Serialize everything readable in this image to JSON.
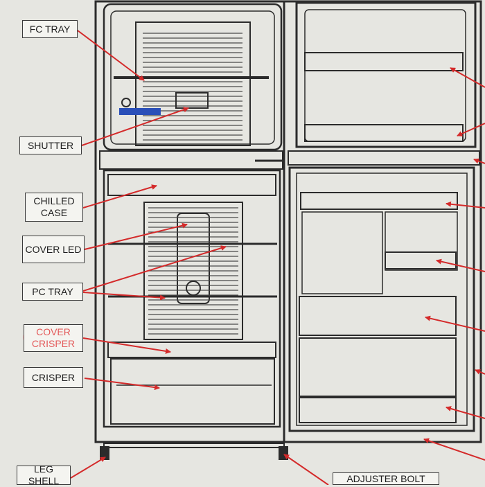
{
  "diagram": {
    "callouts": [
      {
        "id": "fc-tray",
        "text": "FC TRAY"
      },
      {
        "id": "shutter",
        "text": "SHUTTER"
      },
      {
        "id": "chilled-case",
        "text": "CHILLED\nCASE"
      },
      {
        "id": "cover-led",
        "text": "COVER LED"
      },
      {
        "id": "pc-tray",
        "text": "PC TRAY"
      },
      {
        "id": "cover-crisper",
        "text": "COVER\nCRISPER",
        "highlighted": true
      },
      {
        "id": "crisper",
        "text": "CRISPER"
      },
      {
        "id": "leg-shell",
        "text": "LEG\nSHELL"
      },
      {
        "id": "adjuster-bolt",
        "text": "ADJUSTER BOLT"
      }
    ],
    "colors": {
      "arrow": "#d42a2a",
      "line": "#2b2b2b",
      "paper": "#e6e6e1",
      "highlight": "#f6c2c0",
      "highlight_text": "#e45a5a"
    }
  }
}
